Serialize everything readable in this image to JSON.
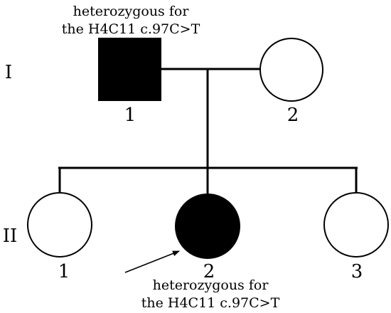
{
  "generations": [
    {
      "id": "I",
      "label": "I"
    },
    {
      "id": "II",
      "label": "II"
    }
  ],
  "individuals": [
    {
      "id": "I-1",
      "number": "1",
      "sex": "male",
      "affected": true
    },
    {
      "id": "I-2",
      "number": "2",
      "sex": "female",
      "affected": false
    },
    {
      "id": "II-1",
      "number": "1",
      "sex": "female",
      "affected": false
    },
    {
      "id": "II-2",
      "number": "2",
      "sex": "female",
      "affected": true,
      "proband": true
    },
    {
      "id": "II-3",
      "number": "3",
      "sex": "female",
      "affected": false
    }
  ],
  "annotations": {
    "father_note": {
      "line1": "heterozygous for",
      "line2": "the H4C11 c.97C>T"
    },
    "proband_note": {
      "line1": "heterozygous for",
      "line2": "the H4C11 c.97C>T"
    }
  },
  "colors": {
    "affected_fill": "#000000",
    "unaffected_fill": "#ffffff",
    "line": "#000000"
  }
}
